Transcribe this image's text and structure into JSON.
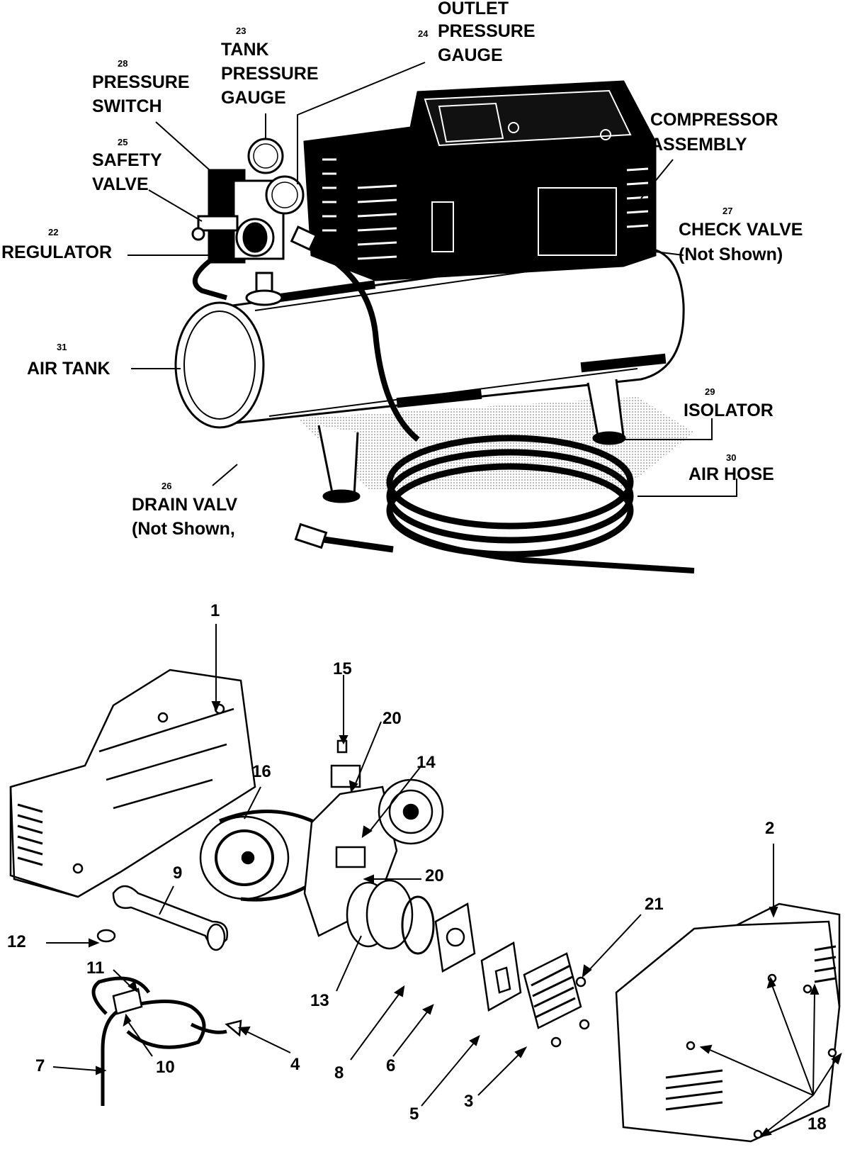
{
  "top_callouts": [
    {
      "num": "23",
      "lines": [
        "TANK",
        "PRESSURE",
        "GAUGE"
      ]
    },
    {
      "num": "24",
      "lines": [
        "OUTLET",
        "PRESSURE",
        "GAUGE"
      ]
    },
    {
      "num": "28",
      "lines": [
        "PRESSURE",
        "SWITCH"
      ]
    },
    {
      "num": "25",
      "lines": [
        "SAFETY",
        "VALVE"
      ]
    },
    {
      "num": "22",
      "lines": [
        "REGULATOR"
      ]
    },
    {
      "num": "",
      "lines": [
        "COMPRESSOR",
        "ASSEMBLY"
      ]
    },
    {
      "num": "27",
      "lines": [
        "CHECK VALVE",
        "(Not Shown)"
      ]
    },
    {
      "num": "31",
      "lines": [
        "AIR TANK"
      ]
    },
    {
      "num": "29",
      "lines": [
        "ISOLATOR"
      ]
    },
    {
      "num": "30",
      "lines": [
        "AIR HOSE"
      ]
    },
    {
      "num": "26",
      "lines": [
        "DRAIN VALV",
        "(Not Shown,"
      ]
    }
  ],
  "part_numbers": [
    "1",
    "15",
    "20",
    "14",
    "16",
    "9",
    "20",
    "2",
    "21",
    "12",
    "11",
    "13",
    "10",
    "7",
    "4",
    "8",
    "6",
    "5",
    "3",
    "18"
  ]
}
